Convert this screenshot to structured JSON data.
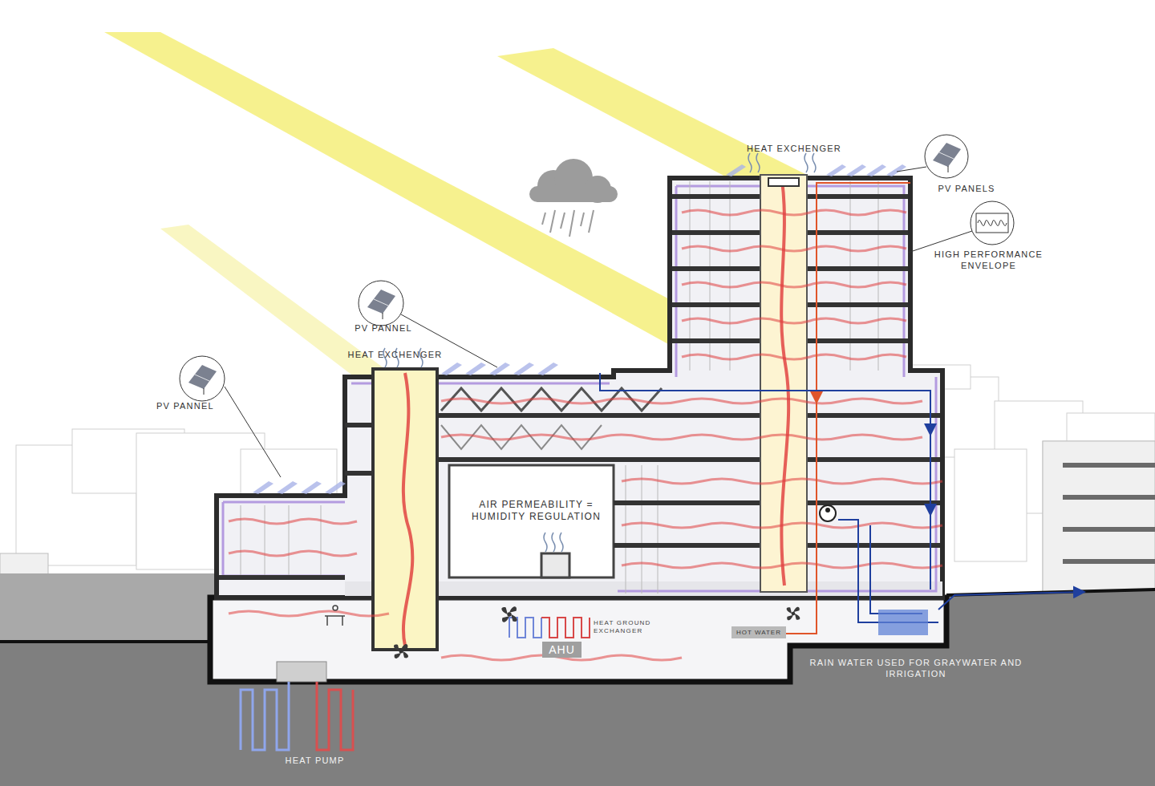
{
  "diagram": {
    "nodes": [
      {
        "text": [
          "AHU"
        ]
      },
      {
        "text": [
          "HOT WATER"
        ]
      }
    ],
    "labels": [
      "HEAT EXCHENGER",
      "PV PANELS",
      "HIGH PERFORMANCE ENVELOPE",
      "PV PANNEL",
      "HEAT EXCHENGER",
      "PV PANNEL",
      "AIR PERMEABILITY = HUMIDITY REGULATION",
      "HEAT GROUND EXCHANGER",
      "RAIN WATER USED FOR GRAYWATER AND IRRIGATION",
      "HEAT PUMP"
    ]
  }
}
